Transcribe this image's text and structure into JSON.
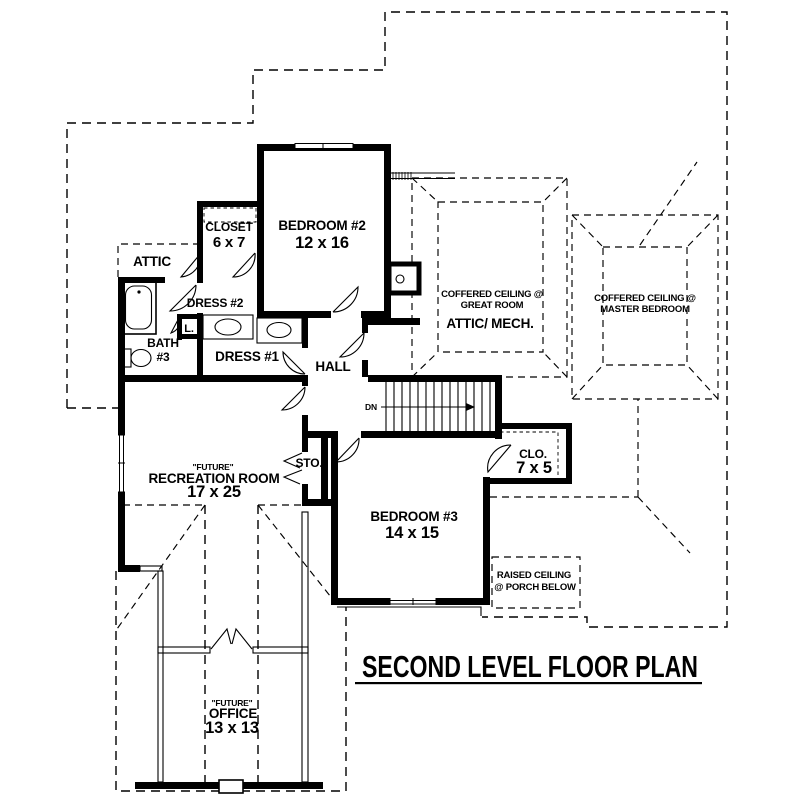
{
  "title": {
    "text": "SECOND LEVEL FLOOR PLAN"
  },
  "colors": {
    "ink": "#000000",
    "paper": "#ffffff"
  },
  "rooms": {
    "closet": {
      "name": "CLOSET",
      "dims": "6 x 7"
    },
    "bedroom2": {
      "name": "BEDROOM #2",
      "dims": "12 x 16"
    },
    "attic": {
      "name": "ATTIC"
    },
    "dress2": {
      "name": "DRESS #2"
    },
    "bath3": {
      "line1": "BATH",
      "line2": "#3"
    },
    "linen": {
      "name": "L."
    },
    "dress1": {
      "name": "DRESS #1"
    },
    "hall": {
      "name": "HALL"
    },
    "coffered_great": {
      "line1": "COFFERED CEILING @",
      "line2": "GREAT ROOM"
    },
    "attic_mech": {
      "name": "ATTIC/ MECH."
    },
    "coffered_master": {
      "line1": "COFFERED CEILING @",
      "line2": "MASTER BEDROOM"
    },
    "stairs": {
      "label": "DN"
    },
    "recreation": {
      "prefix": "\"FUTURE\"",
      "name": "RECREATION ROOM",
      "dims": "17 x 25"
    },
    "storage": {
      "name": "STO."
    },
    "closet2": {
      "name": "CLO.",
      "dims": "7 x 5"
    },
    "bedroom3": {
      "name": "BEDROOM #3",
      "dims": "14 x 15"
    },
    "raised_ceiling": {
      "line1": "RAISED CEILING",
      "line2": "@ PORCH BELOW"
    },
    "office": {
      "prefix": "\"FUTURE\"",
      "name": "OFFICE",
      "dims": "13 x 13"
    }
  }
}
